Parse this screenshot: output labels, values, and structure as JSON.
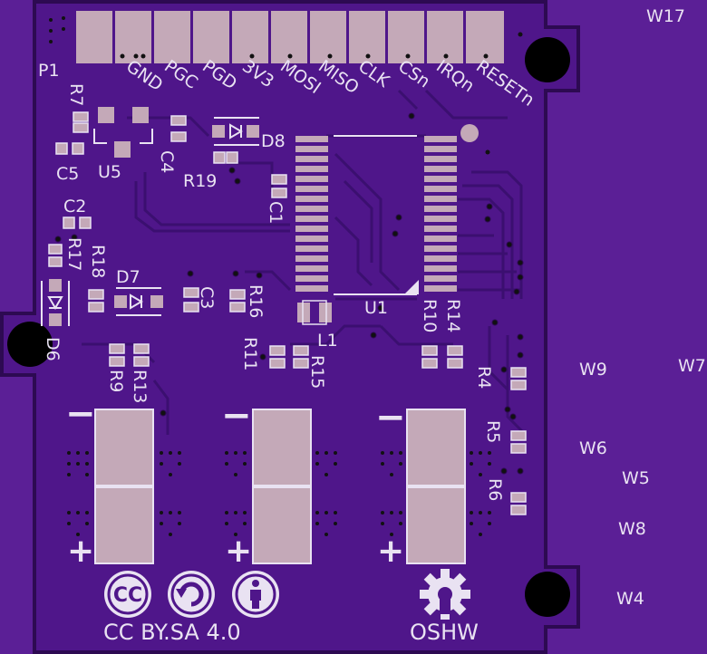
{
  "colors": {
    "background": "#5b1f96",
    "board": "#4f168a",
    "board_edge": "#2d0a52",
    "trace": "#3a0e6e",
    "pad": "#c4a9b8",
    "silk": "#e9e2f2",
    "hole": "#000000"
  },
  "header": {
    "ref": "P1",
    "pins": [
      "GND",
      "PGC",
      "PGD",
      "3V3",
      "MOSI",
      "MISO",
      "CLK",
      "CSn",
      "IRQn",
      "RESETn"
    ]
  },
  "refs": {
    "r7": "R7",
    "u5": "U5",
    "c5": "C5",
    "c4": "C4",
    "r19": "R19",
    "d8": "D8",
    "c1": "C1",
    "c2": "C2",
    "r17": "R17",
    "r18": "R18",
    "d7": "D7",
    "c3": "C3",
    "r16": "R16",
    "d6": "D6",
    "u1": "U1",
    "l1": "L1",
    "r10": "R10",
    "r14": "R14",
    "r11": "R11",
    "r15": "R15",
    "r9": "R9",
    "r13": "R13",
    "r4": "R4",
    "r5": "R5",
    "r6": "R6"
  },
  "wires": {
    "w17": "W17",
    "w9": "W9",
    "w7": "W7",
    "w6": "W6",
    "w5": "W5",
    "w8": "W8",
    "w4": "W4"
  },
  "polarity": {
    "minus": "−",
    "plus": "+"
  },
  "license": {
    "cc_icon": "CC",
    "text": "CC BY.SA 4.0"
  },
  "oshw": {
    "text": "OSHW"
  }
}
